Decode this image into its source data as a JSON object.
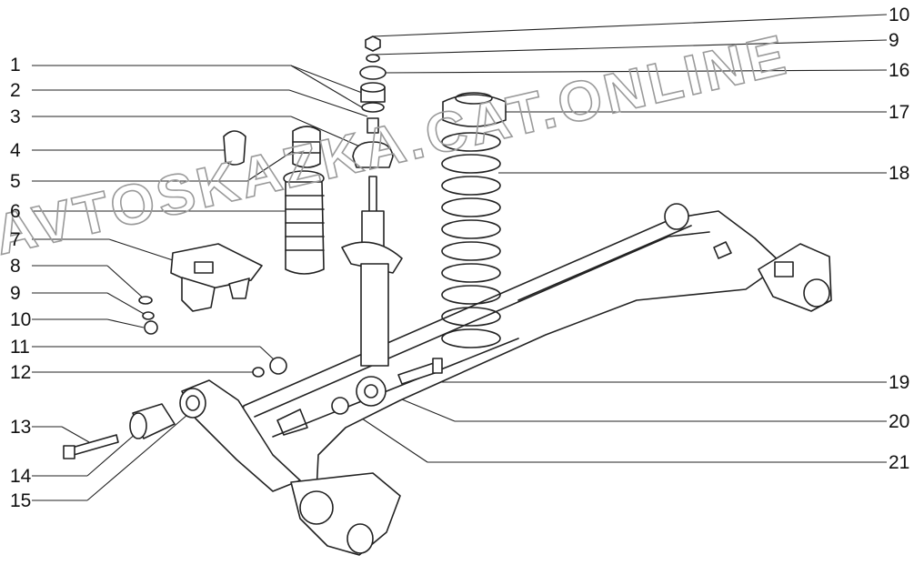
{
  "callouts_left": [
    {
      "id": "L1",
      "label": "1"
    },
    {
      "id": "L2",
      "label": "2"
    },
    {
      "id": "L3",
      "label": "3"
    },
    {
      "id": "L4",
      "label": "4"
    },
    {
      "id": "L5",
      "label": "5"
    },
    {
      "id": "L6",
      "label": "6"
    },
    {
      "id": "L7",
      "label": "7"
    },
    {
      "id": "L8",
      "label": "8"
    },
    {
      "id": "L9",
      "label": "9"
    },
    {
      "id": "L10",
      "label": "10"
    },
    {
      "id": "L11",
      "label": "11"
    },
    {
      "id": "L12",
      "label": "12"
    },
    {
      "id": "L13",
      "label": "13"
    },
    {
      "id": "L14",
      "label": "14"
    },
    {
      "id": "L15",
      "label": "15"
    }
  ],
  "callouts_right": [
    {
      "id": "R10",
      "label": "10"
    },
    {
      "id": "R9",
      "label": "9"
    },
    {
      "id": "R16",
      "label": "16"
    },
    {
      "id": "R17",
      "label": "17"
    },
    {
      "id": "R18",
      "label": "18"
    },
    {
      "id": "R19",
      "label": "19"
    },
    {
      "id": "R20",
      "label": "20"
    },
    {
      "id": "R21",
      "label": "21"
    }
  ],
  "watermark": "AVTOSKAZKA.CAT.ONLINE",
  "colors": {
    "line": "#222222",
    "text": "#111111",
    "watermark": "#9a9a9a"
  }
}
